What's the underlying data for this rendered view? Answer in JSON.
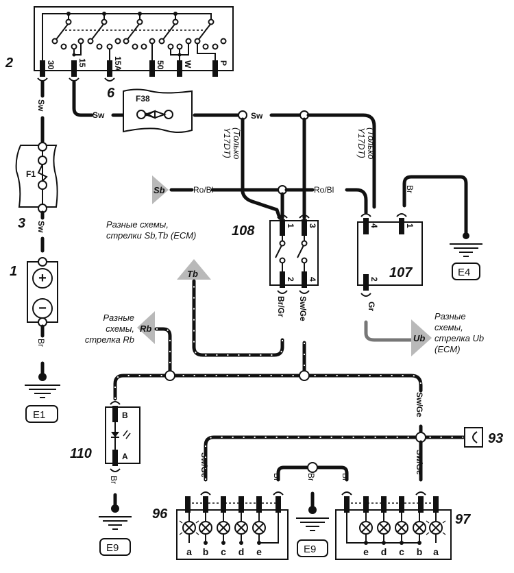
{
  "diagram": {
    "components": {
      "battery": {
        "number": "1",
        "plus": "+",
        "minus": "−"
      },
      "ignition_switch": {
        "number": "2",
        "terminals": [
          "30",
          "15",
          "15A",
          "50",
          "W",
          "P"
        ]
      },
      "fuse_f1": {
        "number": "3",
        "label": "F1"
      },
      "fuse_f38": {
        "number": "6",
        "label": "F38"
      },
      "relay_108": {
        "number": "108",
        "pins": [
          "1",
          "3",
          "2",
          "4"
        ]
      },
      "relay_107": {
        "number": "107",
        "pins": [
          "4",
          "1",
          "2"
        ]
      },
      "led_110": {
        "number": "110",
        "pins": [
          "B",
          "A"
        ]
      },
      "connector_93": {
        "number": "93"
      },
      "lamp_cluster_96": {
        "number": "96",
        "lamps": [
          "a",
          "b",
          "c",
          "d",
          "e"
        ]
      },
      "lamp_cluster_97": {
        "number": "97",
        "lamps": [
          "e",
          "d",
          "c",
          "b",
          "a"
        ]
      }
    },
    "grounds": [
      "E1",
      "E4",
      "E9",
      "E9"
    ],
    "wire_labels": {
      "sw": "Sw",
      "ro_bl": "Ro/Bl",
      "br": "Br",
      "br_gr": "Br/Gr",
      "sw_ge": "Sw/Ge",
      "gr": "Gr"
    },
    "arrows": {
      "sb": "Sb",
      "tb": "Tb",
      "rb": "Rb",
      "ub": "Ub"
    },
    "notes": {
      "only_y17dt_line1": "(Только",
      "only_y17dt_line2": "Y17DT)",
      "sbtb_line1": "Разные схемы,",
      "sbtb_line2": "стрелки Sb,Tb (ECM)",
      "rb_line1": "Разные",
      "rb_line2": "схемы,",
      "rb_line3": "стрелка Rb",
      "ub_line1": "Разные",
      "ub_line2": "схемы,",
      "ub_line3": "стрелка Ub",
      "ub_line4": "(ECM)"
    }
  }
}
